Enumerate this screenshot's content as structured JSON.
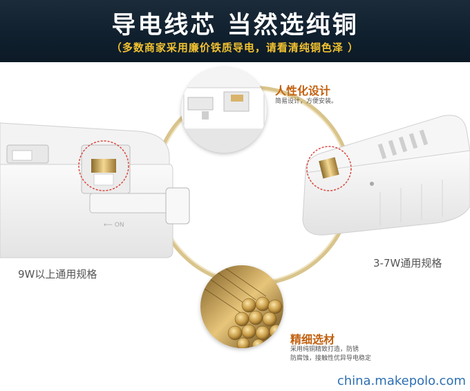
{
  "banner": {
    "title": "导电线芯 当然选纯铜",
    "subtitle": "（多数商家采用廉价铁质导电，请看清纯铜色泽 ）"
  },
  "feature_design": {
    "title": "人性化设计",
    "description": "简易设计，方便安装。"
  },
  "feature_material": {
    "title": "精细选材",
    "description_line1": "采用纯铜精致打造，防锈",
    "description_line2": "防腐蚀，接触性优异导电稳定"
  },
  "product_left": {
    "label": "9W以上通用规格"
  },
  "product_right": {
    "label": "3-7W通用规格"
  },
  "watermark": "china.makepolo.com",
  "colors": {
    "banner_bg": "#10202e",
    "subtitle": "#f2c230",
    "accent_title": "#c1600f",
    "ring": "#d9c48c",
    "highlight_circle": "#d9473f",
    "watermark": "#2d6fb2"
  }
}
